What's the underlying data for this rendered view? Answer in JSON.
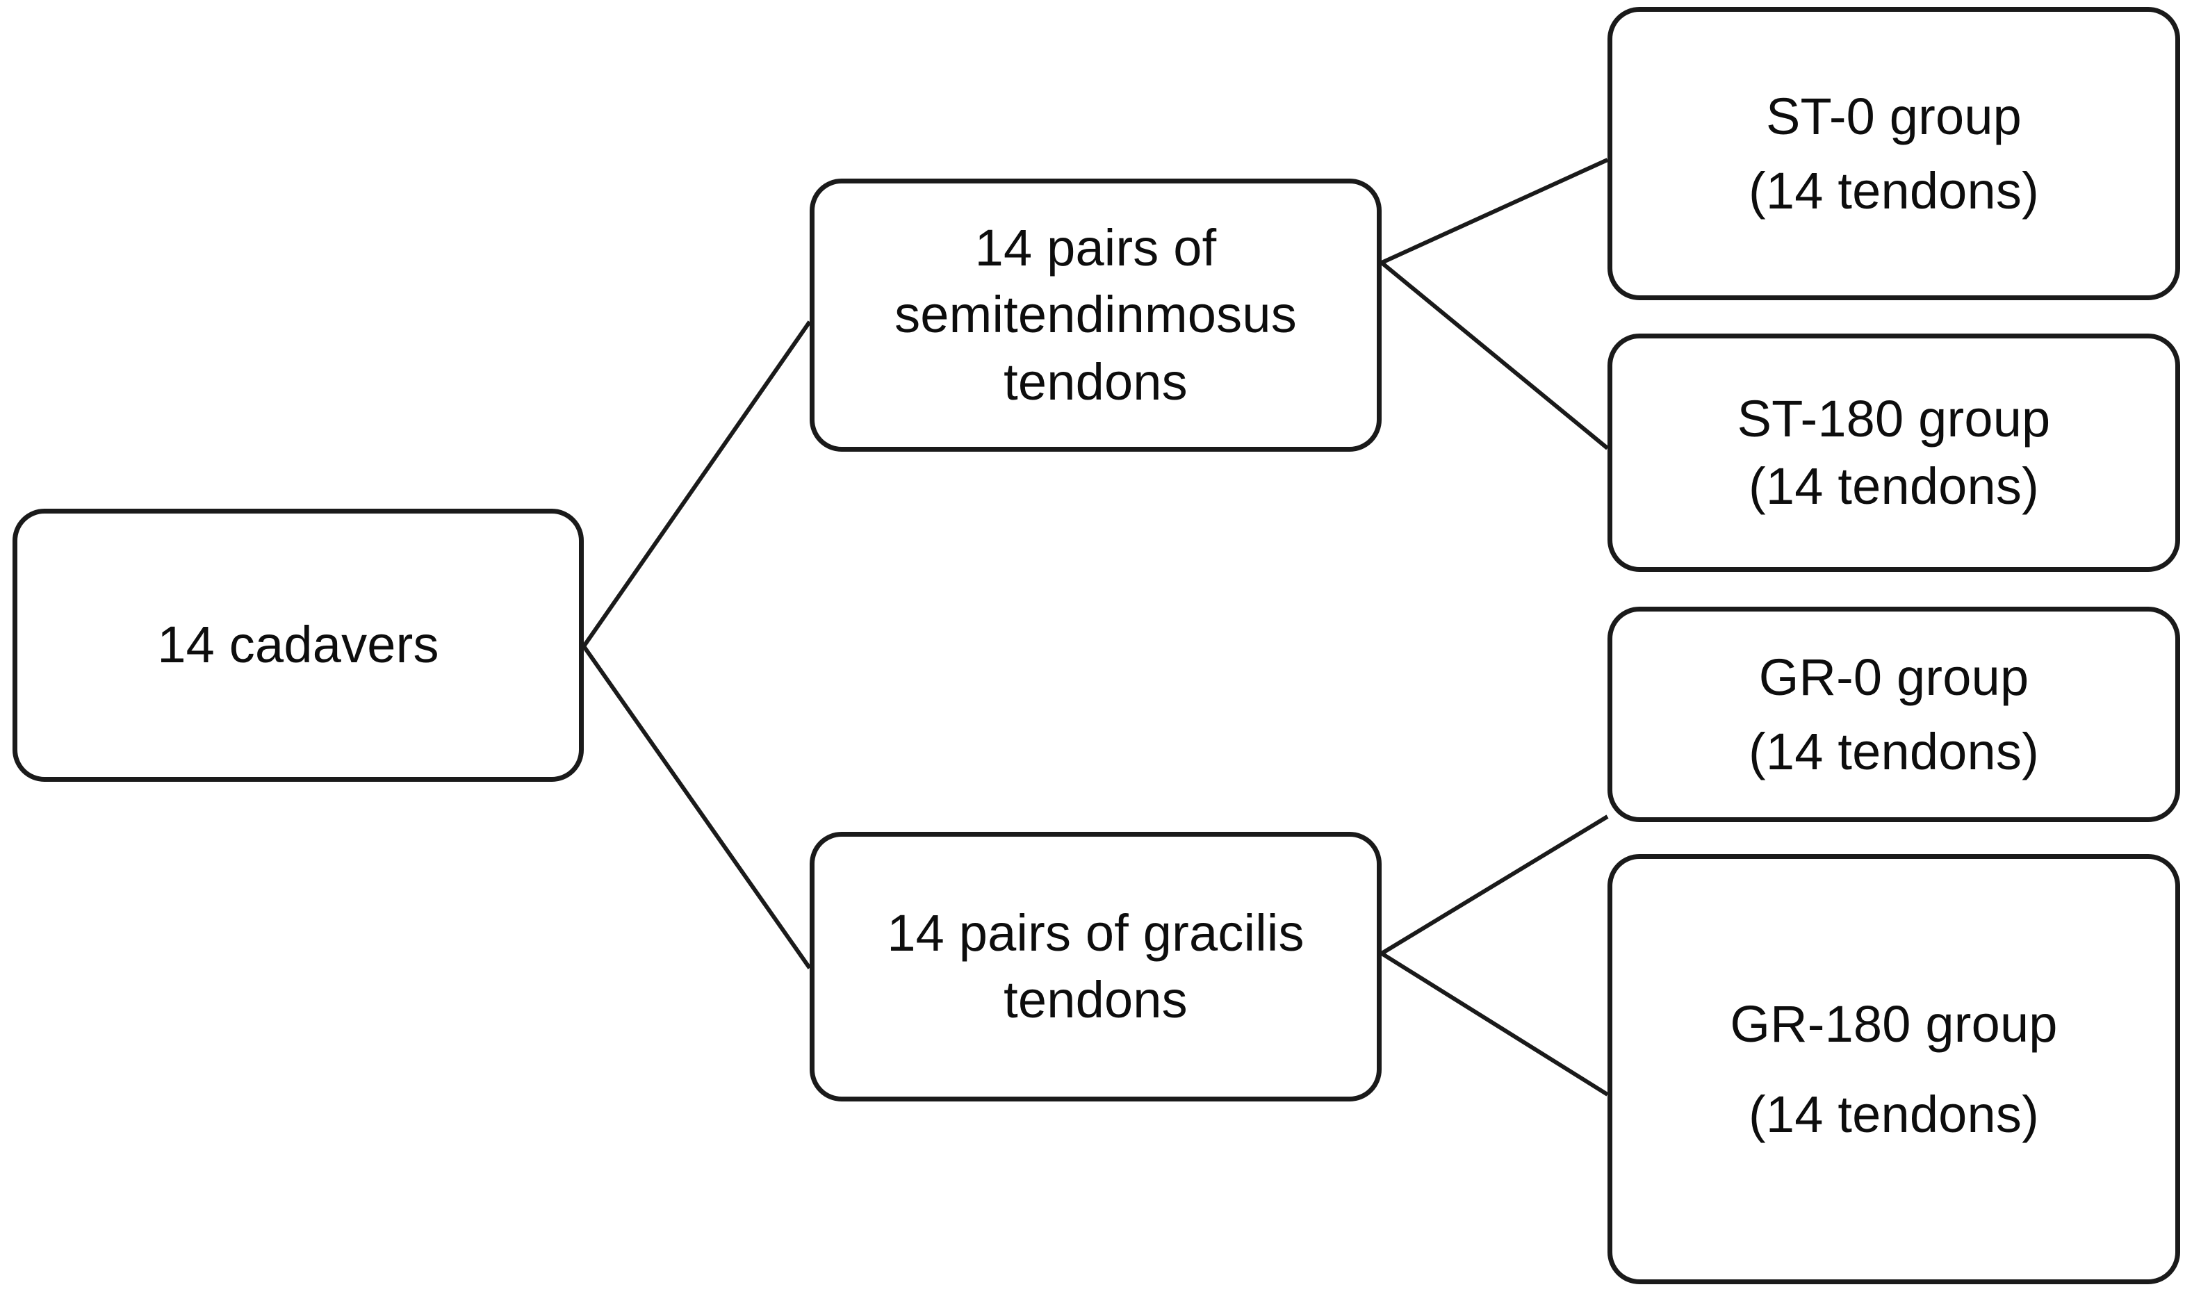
{
  "diagram": {
    "type": "flowchart",
    "orientation": "left-to-right",
    "background_color": "#ffffff",
    "line_color": "#1a1a1a",
    "text_color": "#0d0d0d",
    "nodes": {
      "root": {
        "id": "cadavers",
        "label": "14 cadavers"
      },
      "level2": [
        {
          "id": "st-tendons",
          "label": "14 pairs of\nsemitendinmosus\ntendons"
        },
        {
          "id": "gr-tendons",
          "label": "14 pairs of gracilis\ntendons"
        }
      ],
      "level3": [
        {
          "id": "st-0",
          "label": "ST-0 group\n(14 tendons)"
        },
        {
          "id": "st-180",
          "label": "ST-180 group\n(14 tendons)"
        },
        {
          "id": "gr-0",
          "label": "GR-0 group\n(14 tendons)"
        },
        {
          "id": "gr-180",
          "label": "GR-180 group\n(14 tendons)"
        }
      ]
    },
    "edges": [
      {
        "from": "cadavers",
        "to": "st-tendons"
      },
      {
        "from": "cadavers",
        "to": "gr-tendons"
      },
      {
        "from": "st-tendons",
        "to": "st-0"
      },
      {
        "from": "st-tendons",
        "to": "st-180"
      },
      {
        "from": "gr-tendons",
        "to": "gr-0"
      },
      {
        "from": "gr-tendons",
        "to": "gr-180"
      }
    ]
  }
}
